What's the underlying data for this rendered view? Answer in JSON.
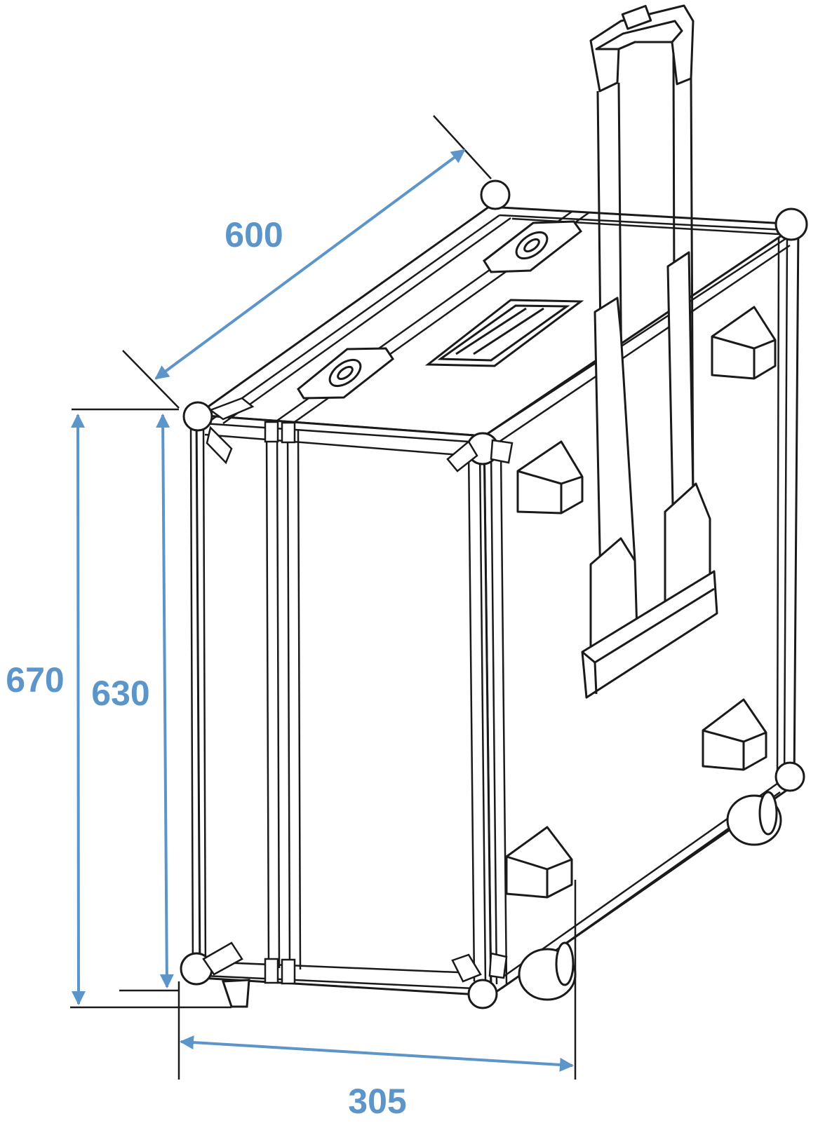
{
  "colors": {
    "dimension": "#5b95c9",
    "outline": "#1a1a1a",
    "background": "#ffffff"
  },
  "dimensions": {
    "depth": "600",
    "outer_height": "670",
    "inner_height": "630",
    "width": "305"
  }
}
